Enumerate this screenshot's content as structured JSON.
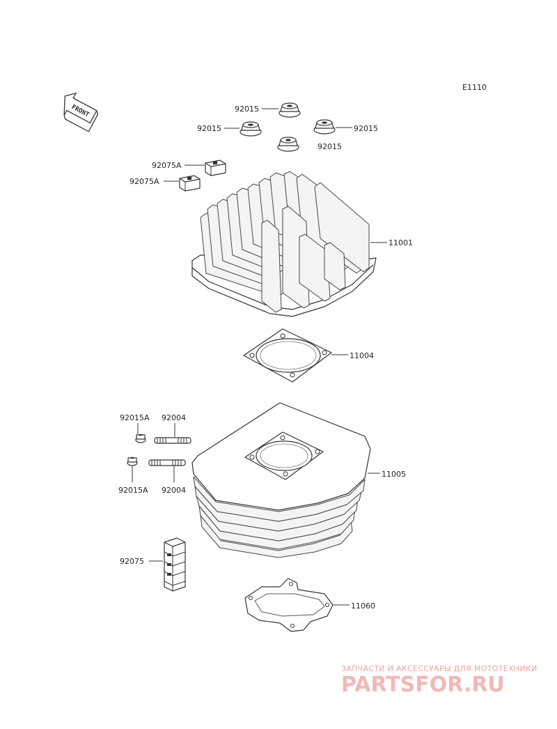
{
  "diagram_code": "E1110",
  "front_label": "FRONT",
  "labels": {
    "nut_top": "92015",
    "nut_left": "92015",
    "nut_right": "92015",
    "nut_bottom": "92015",
    "damper_a1": "92075A",
    "damper_a2": "92075A",
    "cylinder_head": "11001",
    "head_gasket": "11004",
    "washer_top": "92015A",
    "stud_top": "92004",
    "washer_bottom": "92015A",
    "stud_bottom": "92004",
    "cylinder": "11005",
    "damper_block": "92075",
    "base_gasket": "11060"
  },
  "watermark": {
    "tagline": "ЗАПЧАСТИ И АКСЕССУАРЫ ДЛЯ МОТОТЕХНИКИ",
    "brand": "PARTSFOR.RU"
  }
}
